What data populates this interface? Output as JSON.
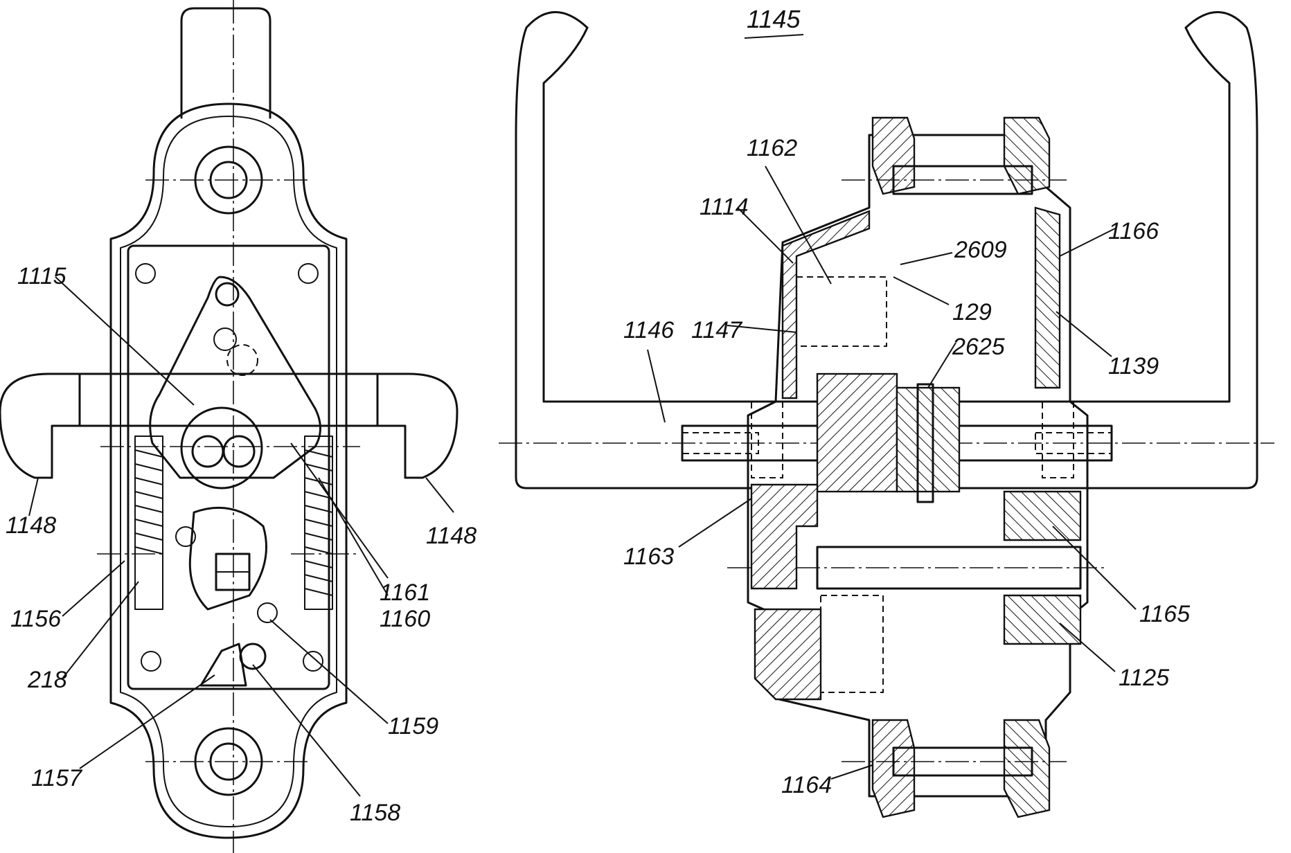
{
  "figure": {
    "title": "1145",
    "labels": {
      "l1115": "1115",
      "l1148a": "1148",
      "l1148b": "1148",
      "l1161": "1161",
      "l1160": "1160",
      "l1156": "1156",
      "l218": "218",
      "l1157": "1157",
      "l1158": "1158",
      "l1159": "1159",
      "l1162": "1162",
      "l1114": "1114",
      "l2609": "2609",
      "l1166": "1166",
      "l129": "129",
      "l1146": "1146",
      "l1147": "1147",
      "l2625": "2625",
      "l1139": "1139",
      "l1163": "1163",
      "l1165": "1165",
      "l1125": "1125",
      "l1164": "1164"
    }
  }
}
